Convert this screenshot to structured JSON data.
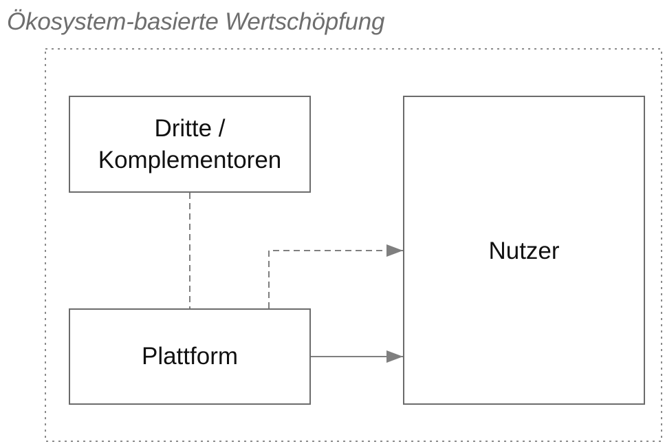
{
  "title": "Ökosystem-basierte Wertschöpfung",
  "nodes": {
    "third_parties": {
      "line1": "Dritte /",
      "line2": "Komplementoren"
    },
    "platform": {
      "label": "Plattform"
    },
    "users": {
      "label": "Nutzer"
    }
  },
  "edges": [
    {
      "from": "third_parties",
      "to": "platform",
      "style": "dashed",
      "arrow": false
    },
    {
      "from": "platform",
      "to": "users",
      "style": "dashed",
      "arrow": true
    },
    {
      "from": "platform",
      "to": "users",
      "style": "solid",
      "arrow": true
    }
  ],
  "colors": {
    "box_border": "#6b6b6b",
    "connector": "#7f7f7f",
    "frame": "#8a8a8a",
    "title": "#6e6e6e"
  }
}
